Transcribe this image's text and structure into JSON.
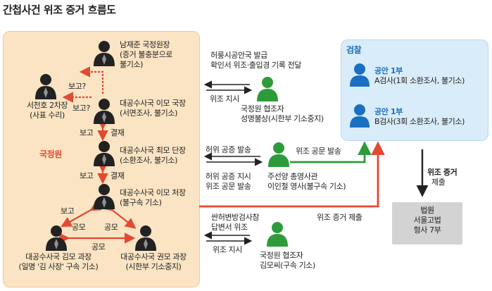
{
  "title": "간첩사건 위조 증거 흐름도",
  "groups": {
    "nis": "국정원",
    "prosecution": "검찰",
    "court": "법원"
  },
  "people": {
    "director": [
      "남재준 국정원장",
      "(증거 불충분으로",
      "불기소)"
    ],
    "deputy2": [
      "서천호 2차장",
      "(사표 수리)"
    ],
    "bureau_chief": [
      "대공수사국 이모 국장",
      "(서면조사, 불기소)"
    ],
    "team_leader": [
      "대공수사국 최모 단장",
      "(소환조사, 불기소)"
    ],
    "section_chief": [
      "대공수사국 이모 처장",
      "(불구속 기소)"
    ],
    "kim_manager": [
      "대공수사국 김모 과장",
      "(일명 '김 사장' 구속 기소)"
    ],
    "kwon_manager": [
      "대공수사국 권모 과장",
      "(시한부 기소중지)"
    ],
    "collaborator1": [
      "국정원 협조자",
      "성명불상(시한부 기소중지)"
    ],
    "consul": [
      "주선양 총영사관",
      "이인철 영사(불구속 기소)"
    ],
    "collaborator2": [
      "국정원 협조자",
      "김모씨(구속 기소)"
    ],
    "prosecutor_a": {
      "team": "공안 1부",
      "desc": "A검사(1회 소환조사, 불기소)"
    },
    "prosecutor_b": {
      "team": "공안 1부",
      "desc": "B검사(3회 소환조사, 불기소)"
    },
    "court": [
      "서울고법",
      "형사 7부"
    ]
  },
  "relations": {
    "report_q_top": "보고?",
    "report_q_left": "보고?",
    "report1": "보고",
    "approve1": "결재",
    "report2": "보고",
    "approve2": "결재",
    "report3": "보고",
    "conspire_left": "공모",
    "conspire_right": "공모",
    "conspire_bottom": "공모"
  },
  "flows": {
    "doc1": [
      "허룽시공안국 발급",
      "확인서 위조·출입경 기록 전달"
    ],
    "instruct1": "위조 지시",
    "false_reply1": "허위 공증 발송",
    "fake_doc_send": "위조 공문 발송",
    "false_instruct": [
      "허위 공증 지시",
      "위조 공문 발송"
    ],
    "doc3": [
      "싼허변방검사참",
      "답변서 위조"
    ],
    "instruct3": "위조 지시",
    "submit_fake": "위조 증거 제출",
    "submit_court": [
      "위조 증거",
      "제출"
    ]
  },
  "colors": {
    "red": "#e24a33",
    "green": "#2e9b3a",
    "blue": "#1a6fc0",
    "nis_bg": "#fbe4c3",
    "pros_bg": "#d9ecf9",
    "court_bg": "#d3d3d3"
  },
  "icons": {
    "person_black": "person-silhouette-icon",
    "person_green": "collaborator-person-icon",
    "person_blue": "prosecutor-person-icon"
  }
}
